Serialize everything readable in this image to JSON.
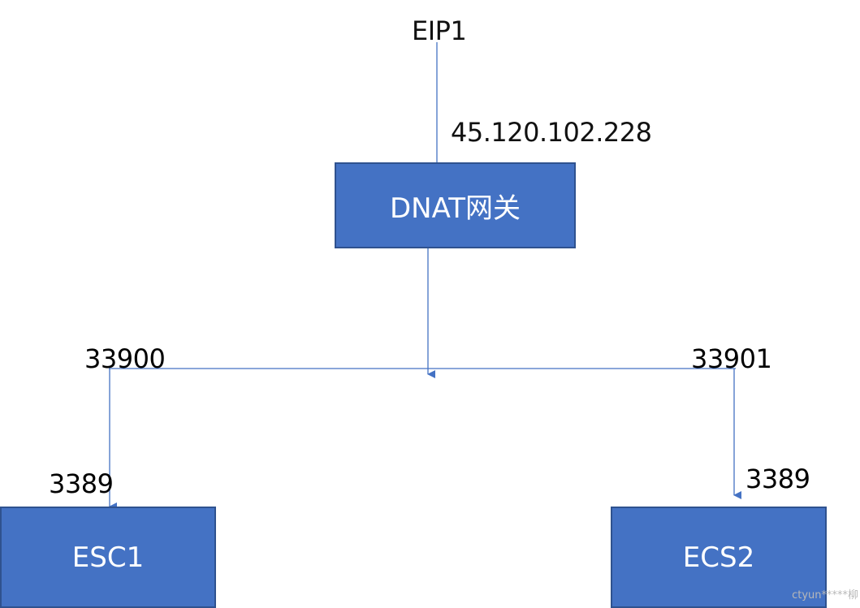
{
  "labels": {
    "eip": "EIP1",
    "ip_address": "45.120.102.228",
    "port_left": "33900",
    "port_right": "33901",
    "port_esc1": "3389",
    "port_ecs2": "3389"
  },
  "nodes": {
    "gateway": "DNAT网关",
    "esc1": "ESC1",
    "ecs2": "ECS2"
  },
  "watermark": "ctyun*****柳",
  "colors": {
    "box_fill": "#4472c4",
    "box_border": "#2f528f",
    "line": "#4472c4",
    "text": "#111111"
  }
}
